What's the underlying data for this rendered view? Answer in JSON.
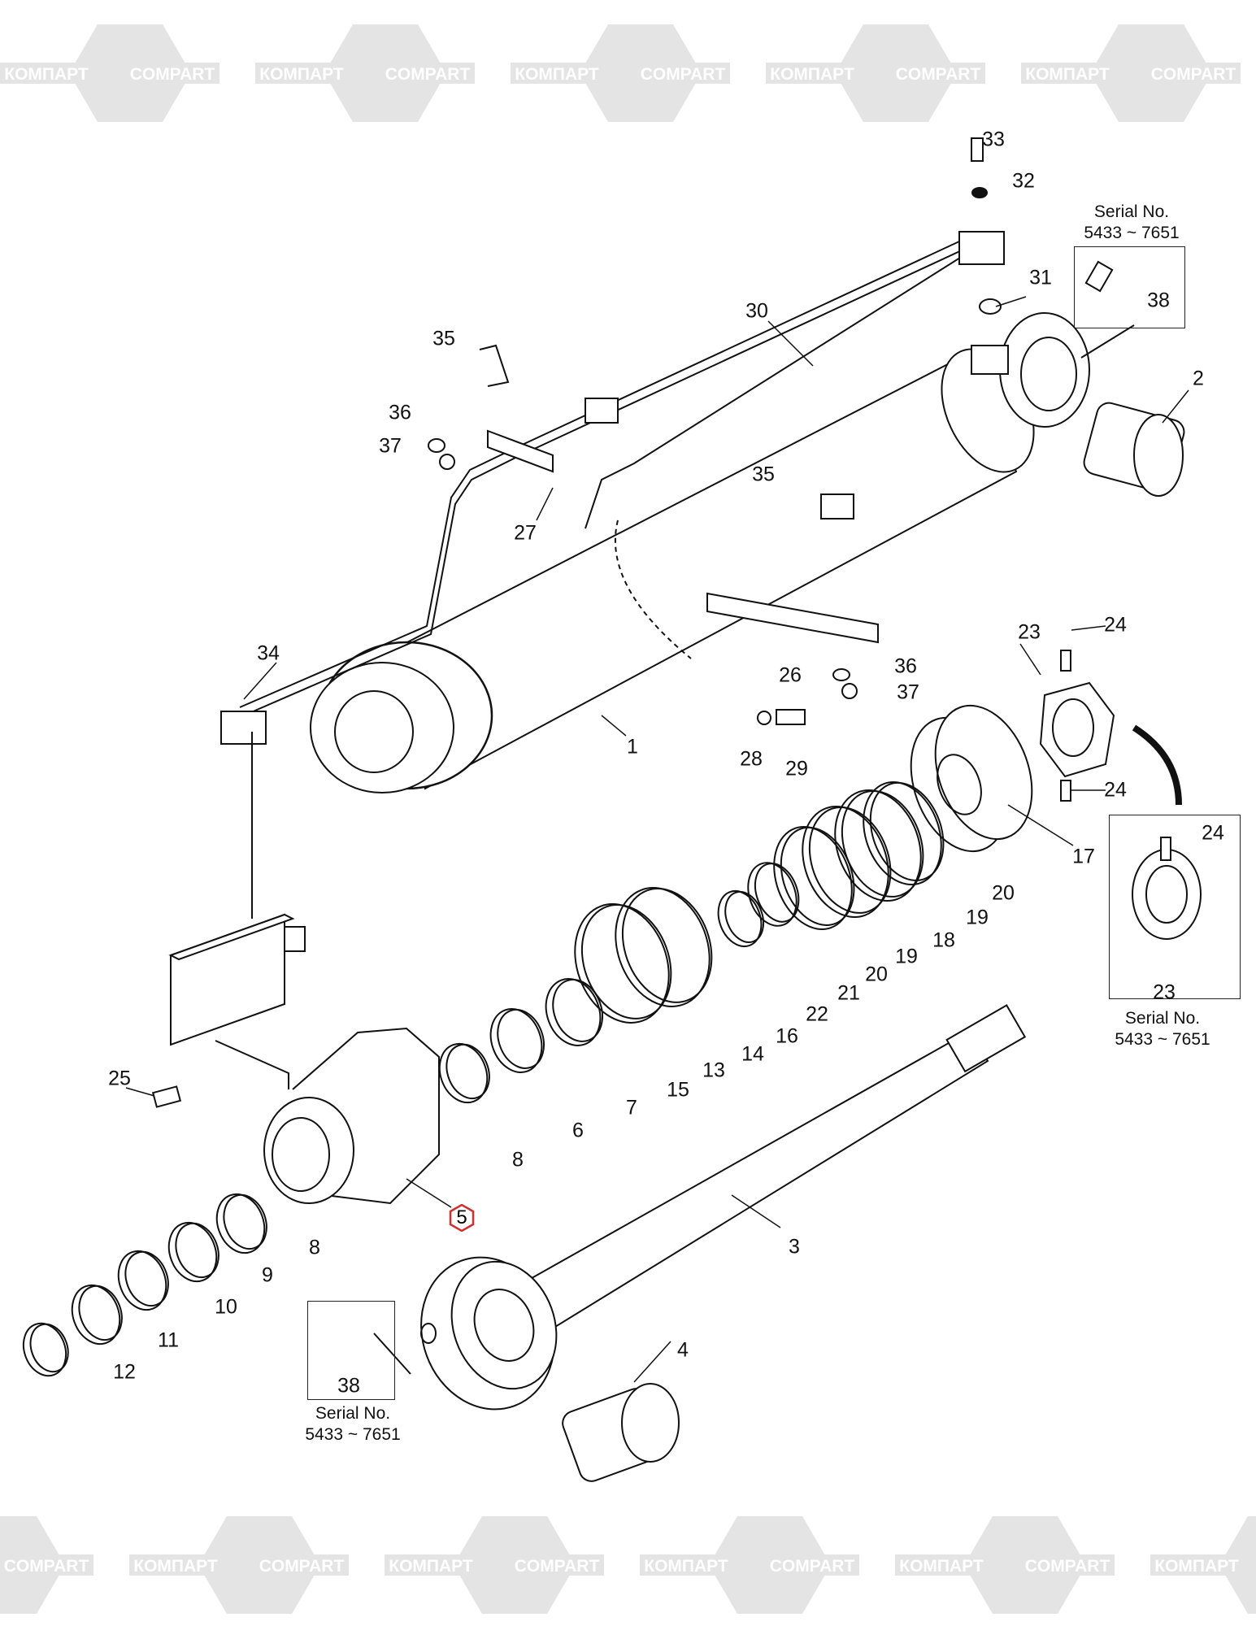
{
  "watermark": {
    "text_cyrillic": "КОМПАРТ",
    "text_latin": "COMPART"
  },
  "serial_note": {
    "line1": "Serial No.",
    "line2": "5433 ~ 7651"
  },
  "highlighted_part": "5",
  "labels": [
    "33",
    "32",
    "31",
    "38",
    "30",
    "35",
    "2",
    "36",
    "37",
    "35",
    "27",
    "34",
    "23",
    "24",
    "36",
    "37",
    "26",
    "1",
    "28",
    "29",
    "24",
    "17",
    "24",
    "20",
    "19",
    "18",
    "19",
    "20",
    "21",
    "22",
    "23",
    "16",
    "14",
    "13",
    "15",
    "25",
    "7",
    "6",
    "8",
    "8",
    "9",
    "3",
    "10",
    "11",
    "4",
    "12",
    "38"
  ],
  "colors": {
    "highlight": "#d32f2f",
    "watermark": "#e4e4e4",
    "line": "#111111"
  }
}
